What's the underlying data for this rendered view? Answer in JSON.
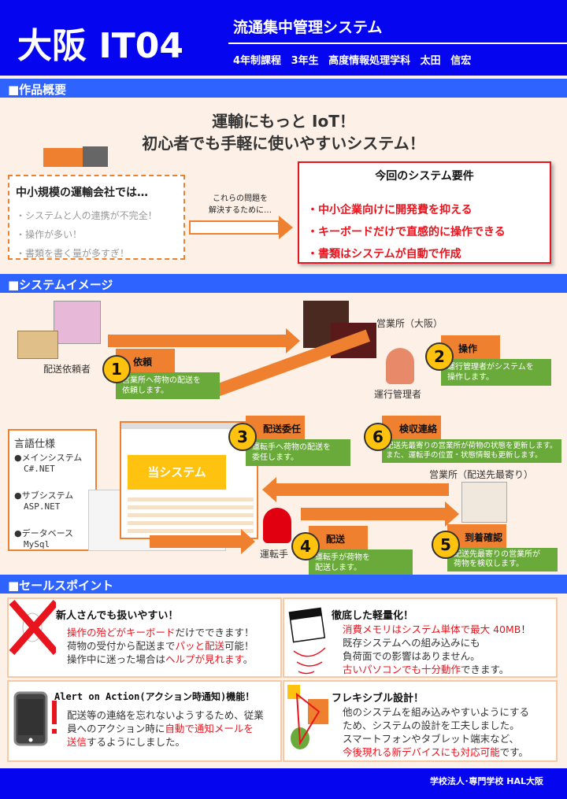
{
  "header": {
    "logo": "大阪 IT04",
    "title": "流通集中管理システム",
    "subtitle": "4年制課程 3年生 高度情報処理学科 太田 信宏"
  },
  "sections": {
    "overview": "■作品概要",
    "image": "■システムイメージ",
    "sales": "■セールスポイント"
  },
  "overview": {
    "headline1": "運輸にもっと IoT！",
    "headline2": "初心者でも手軽に使いやすいシステム！",
    "problems_title": "中小規模の運輸会社では…",
    "problems": [
      "・システムと人の連携が不完全！",
      "・操作が多い！",
      "・書類を書く量が多すぎ！"
    ],
    "arrow_text": "これらの問題を\n解決するために…",
    "req_title": "今回のシステム要件",
    "requirements": [
      "・中小企業向けに開発費を抑える",
      "・キーボードだけで直感的に操作できる",
      "・書類はシステムが自動で作成"
    ]
  },
  "diagram": {
    "actors": {
      "requester": "配送依頼者",
      "office_osaka": "営業所（大阪）",
      "manager": "運行管理者",
      "office_near": "営業所（配送先最寄り）",
      "driver": "運転手"
    },
    "system_label": "当システム",
    "steps": [
      {
        "num": "1",
        "title": "依頼",
        "desc": "営業所へ荷物の配送を\n依頼します。"
      },
      {
        "num": "2",
        "title": "操作",
        "desc": "運行管理者がシステムを\n操作します。"
      },
      {
        "num": "3",
        "title": "配送委任",
        "desc": "運転手へ荷物の配送を\n委任します。"
      },
      {
        "num": "4",
        "title": "配送",
        "desc": "運転手が荷物を\n配送します。"
      },
      {
        "num": "5",
        "title": "到着確認",
        "desc": "配送先最寄りの営業所が\n荷物を検収します。"
      },
      {
        "num": "6",
        "title": "検収連絡",
        "desc": "配送先最寄りの営業所が荷物の状態を更新します。\nまた、運転手の位置・状態情報も更新します。"
      }
    ],
    "lang": {
      "title": "言語仕様",
      "items": [
        {
          "name": "●メインシステム",
          "val": "C#.NET"
        },
        {
          "name": "●サブシステム",
          "val": "ASP.NET"
        },
        {
          "name": "●データベース",
          "val": "MySql"
        }
      ]
    }
  },
  "sales": [
    {
      "title": "新人さんでも扱いやすい！",
      "lines": [
        [
          [
            "r",
            "操作の殆どがキーボード"
          ],
          [
            "",
            "だけでできます！"
          ]
        ],
        [
          [
            "",
            "荷物の受付から配送まで"
          ],
          [
            "r",
            "パッと配送"
          ],
          [
            "",
            "可能！"
          ]
        ],
        [
          [
            "",
            "操作中に迷った場合は"
          ],
          [
            "r",
            "ヘルプが見れます"
          ],
          [
            "",
            "。"
          ]
        ]
      ]
    },
    {
      "title": "徹底した軽量化！",
      "lines": [
        [
          [
            "r",
            "消費メモリはシステム単体で最大 40MB"
          ],
          [
            "",
            "！"
          ]
        ],
        [
          [
            "",
            "既存システムへの組み込みにも"
          ]
        ],
        [
          [
            "",
            "負荷面での影響はありません。"
          ]
        ],
        [
          [
            "r",
            "古いパソコンでも十分動作"
          ],
          [
            "",
            "できます。"
          ]
        ]
      ]
    },
    {
      "title": "Alert on Action(アクション時通知)機能！",
      "lines": [
        [
          [
            "",
            "配送等の連絡を忘れないようするため、従業"
          ]
        ],
        [
          [
            "",
            "員へのアクション時に"
          ],
          [
            "r",
            "自動で通知メールを"
          ]
        ],
        [
          [
            "r",
            "送信"
          ],
          [
            "",
            "するようにしました。"
          ]
        ]
      ]
    },
    {
      "title": "フレキシブル設計！",
      "lines": [
        [
          [
            "",
            "他のシステムを組み込みやすいようにする"
          ]
        ],
        [
          [
            "",
            "ため、システムの設計を工夫しました。"
          ]
        ],
        [
          [
            "",
            "スマートフォンやタブレット端末など、"
          ]
        ],
        [
          [
            "r",
            "今後現れる新デバイスにも対応可能"
          ],
          [
            "",
            "です。"
          ]
        ]
      ]
    }
  ],
  "footer": "学校法人･専門学校 HAL大阪"
}
